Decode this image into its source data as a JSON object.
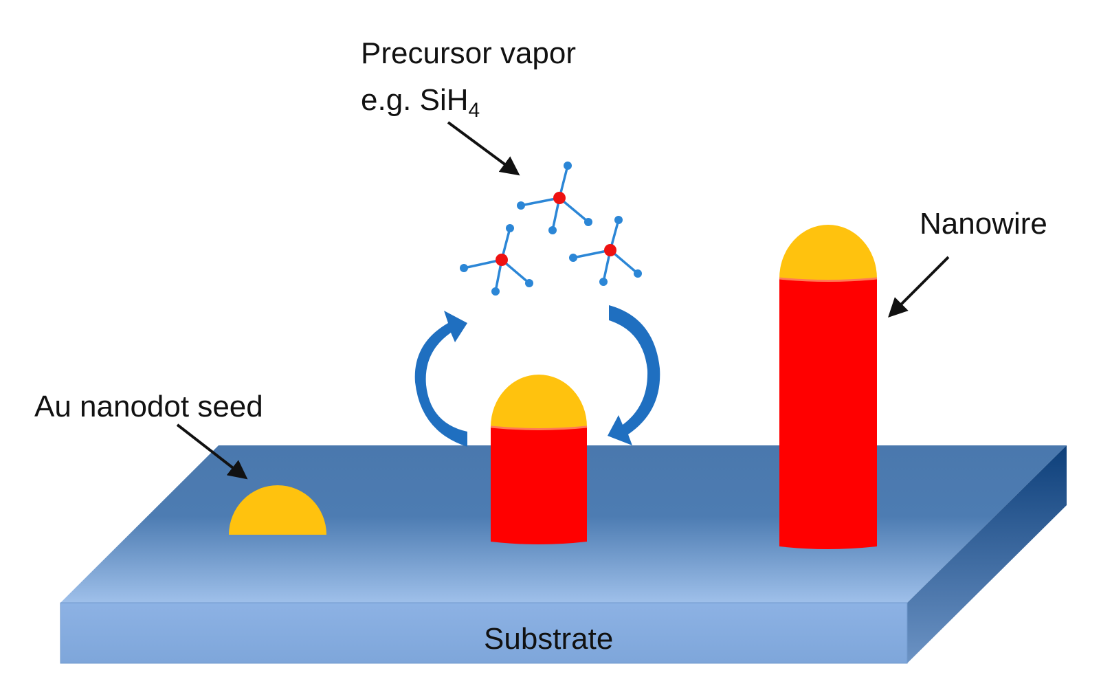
{
  "labels": {
    "precursor_line1": "Precursor vapor",
    "precursor_line2_prefix": "e.g. SiH",
    "precursor_line2_subscript": "4",
    "nanowire": "Nanowire",
    "seed": "Au nanodot seed",
    "substrate": "Substrate"
  },
  "colors": {
    "substrate_top_light": "#8fb3e2",
    "substrate_top_dark": "#4a78ad",
    "substrate_front": "#86ace0",
    "substrate_side": "#5a86b8",
    "gold": "#ffc20e",
    "nanowire_red": "#ff0000",
    "molecule_bond": "#2b86d6",
    "molecule_center": "#ee1111",
    "cycle_arrow": "#1f6fc0",
    "pointer_arrow": "#111111"
  },
  "icons": {
    "molecule": "silane-molecule-icon",
    "cycle": "curved-arrow-icon"
  }
}
